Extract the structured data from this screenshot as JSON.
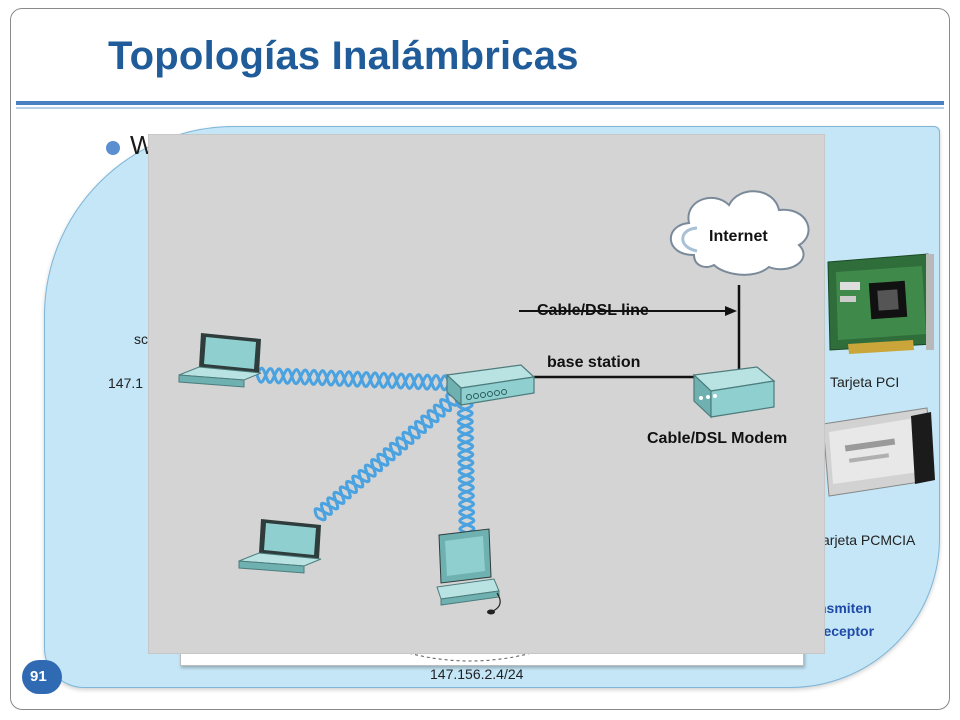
{
  "slide": {
    "title": "Topologías Inalámbricas",
    "bullet_text": "W",
    "page_number": "91"
  },
  "background_labels": {
    "left_small": "sc",
    "left_ip": "147.1",
    "card_pci": "Tarjeta PCI",
    "card_pcmcia": "Tarjeta PCMCIA",
    "blue_line1": "nsmiten",
    "blue_line2": "receptor",
    "bottom_ip": "147.156.2.4/24"
  },
  "diagram": {
    "internet_label": "Internet",
    "line_label": "Cable/DSL line",
    "base_label": "base station",
    "modem_label": "Cable/DSL Modem"
  },
  "colors": {
    "title": "#1f5c99",
    "blob": "#c4e6f6",
    "wave": "#4aa3e0",
    "device": "#8fcfcf"
  }
}
